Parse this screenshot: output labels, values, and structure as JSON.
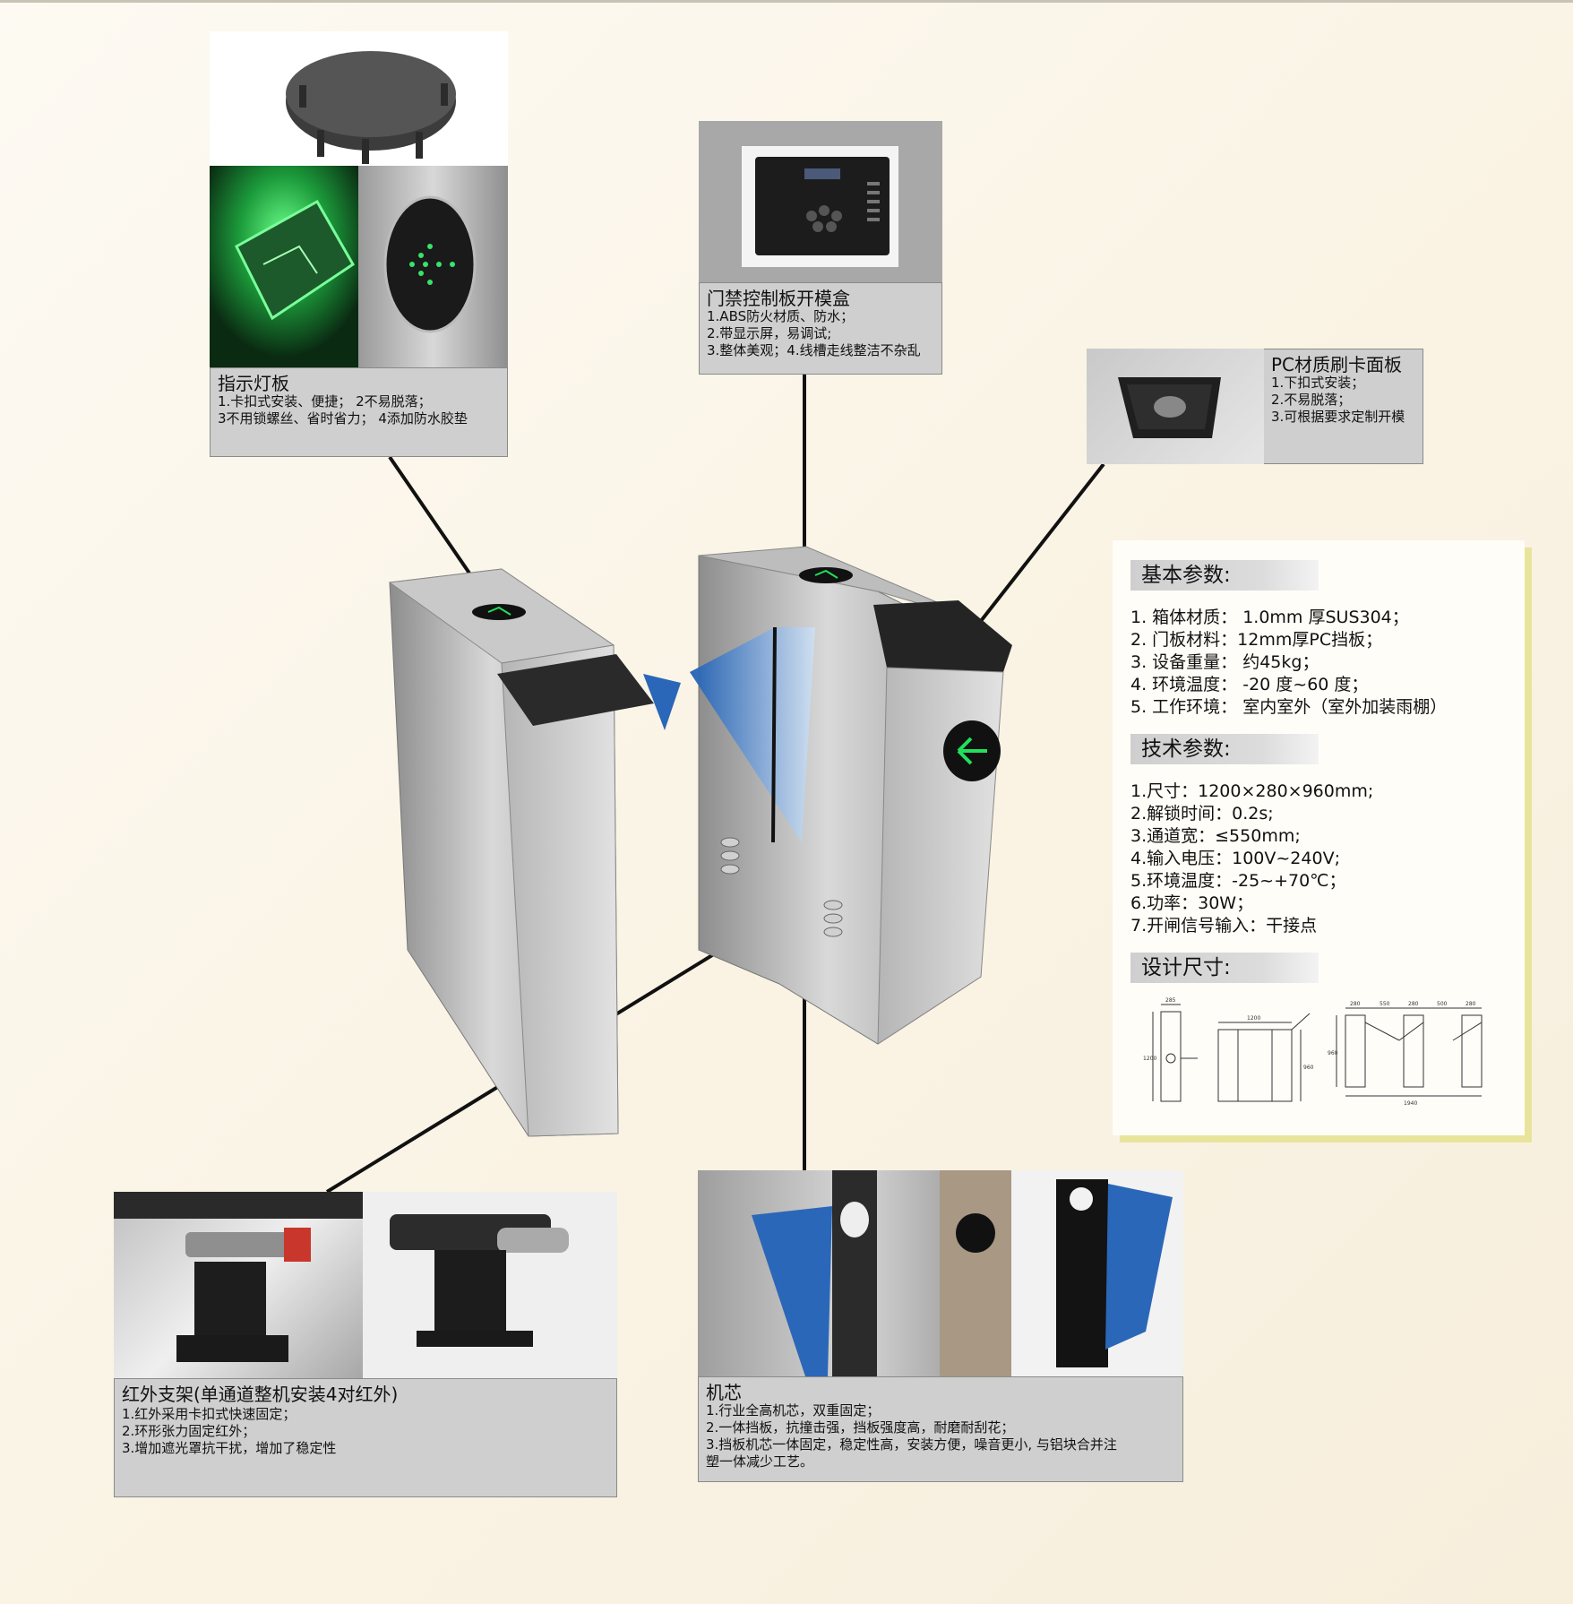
{
  "callouts": {
    "indicator_board": {
      "title": "指示灯板",
      "lines": [
        "1.卡扣式安装、便捷； 2不易脱落；",
        "3不用锁螺丝、省时省力； 4添加防水胶垫"
      ]
    },
    "control_box": {
      "title": "门禁控制板开模盒",
      "lines": [
        "1.ABS防火材质、防水；",
        "2.带显示屏，易调试;",
        "3.整体美观；4.线槽走线整洁不杂乱"
      ]
    },
    "card_panel": {
      "title": "PC材质刷卡面板",
      "lines": [
        "1.下扣式安装；",
        "2.不易脱落；",
        "3.可根据要求定制开模"
      ]
    },
    "infrared_bracket": {
      "title": "红外支架(单通道整机安装4对红外)",
      "lines": [
        "1.红外采用卡扣式快速固定；",
        "2.环形张力固定红外；",
        "3.增加遮光罩抗干扰，增加了稳定性"
      ]
    },
    "movement": {
      "title": "机芯",
      "lines": [
        "1.行业全高机芯，双重固定；",
        "2.一体挡板，抗撞击强，挡板强度高，耐磨耐刮花；",
        "3.挡板机芯一体固定，稳定性高，安装方便，噪音更小, 与铝块合并注",
        "塑一体减少工艺。"
      ]
    }
  },
  "spec_panel": {
    "basic": {
      "heading": "基本参数:",
      "items": [
        "1. 箱体材质： 1.0mm 厚SUS304；",
        "2. 门板材料：12mm厚PC挡板；",
        "3. 设备重量： 约45kg；",
        "4. 环境温度： -20 度~60 度；",
        "5. 工作环境： 室内室外（室外加装雨棚）"
      ]
    },
    "technical": {
      "heading": "技术参数:",
      "items": [
        "1.尺寸：1200×280×960mm;",
        "2.解锁时间：0.2s;",
        "3.通道宽：≤550mm;",
        "4.输入电压：100V~240V;",
        "5.环境温度：-25~+70℃；",
        "6.功率：30W；",
        "7.开闸信号输入：干接点"
      ]
    },
    "design": {
      "heading": "设计尺寸:",
      "dims": [
        "285",
        "1200",
        "1200",
        "960",
        "280",
        "550",
        "280",
        "500",
        "280",
        "960",
        "1940"
      ]
    }
  },
  "colors": {
    "panel_gray": "#cfcfcf",
    "accent_yellow": "#e9e49b",
    "flap_blue": "#2a67b8",
    "arrow_green": "#22e05a"
  }
}
